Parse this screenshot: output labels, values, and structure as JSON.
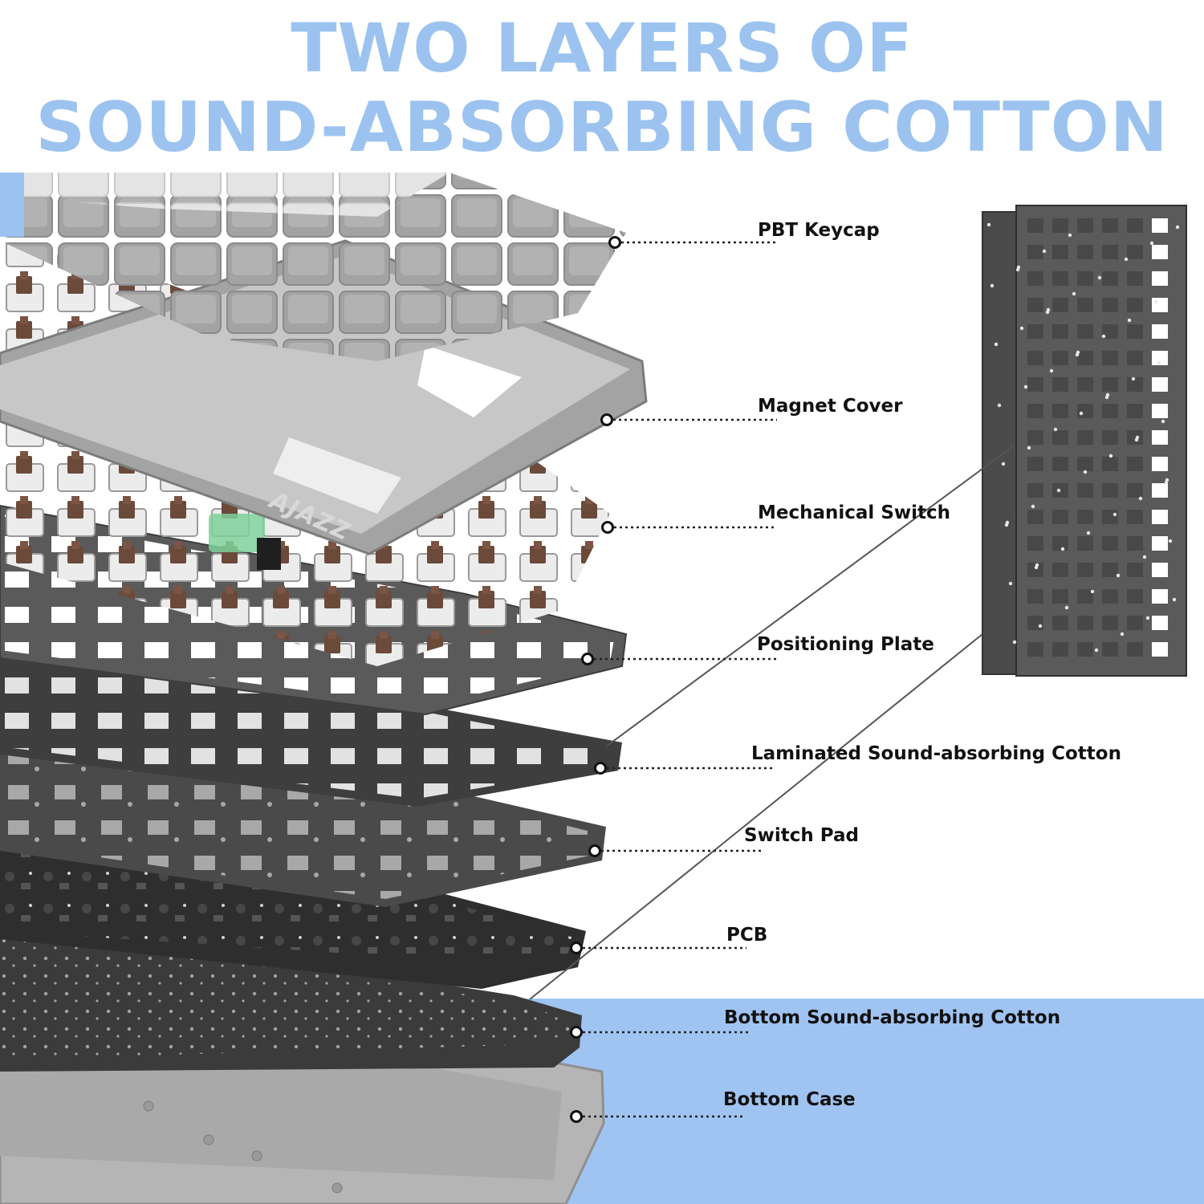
{
  "title": {
    "line1": "TWO LAYERS OF",
    "line2": "SOUND-ABSORBING COTTON",
    "color": "#9cc3f0"
  },
  "brand": "AJAZZ",
  "layers": [
    {
      "label": "PBT Keycap"
    },
    {
      "label": "Magnet Cover"
    },
    {
      "label": "Mechanical Switch"
    },
    {
      "label": "Positioning Plate"
    },
    {
      "label": "Laminated Sound-absorbing Cotton"
    },
    {
      "label": "Switch Pad"
    },
    {
      "label": "PCB"
    },
    {
      "label": "Bottom Sound-absorbing Cotton"
    },
    {
      "label": "Bottom Case"
    }
  ],
  "colors": {
    "accent_band": "#a0c4f2",
    "keycap_light": "#d9d9d9",
    "keycap_dark": "#9a9a9a",
    "plate": "#5a5a5a",
    "pcb": "#2e2e2e",
    "case": "#b5b5b5",
    "switch_stem": "#6b4a3a",
    "leader_line": "#222222"
  }
}
